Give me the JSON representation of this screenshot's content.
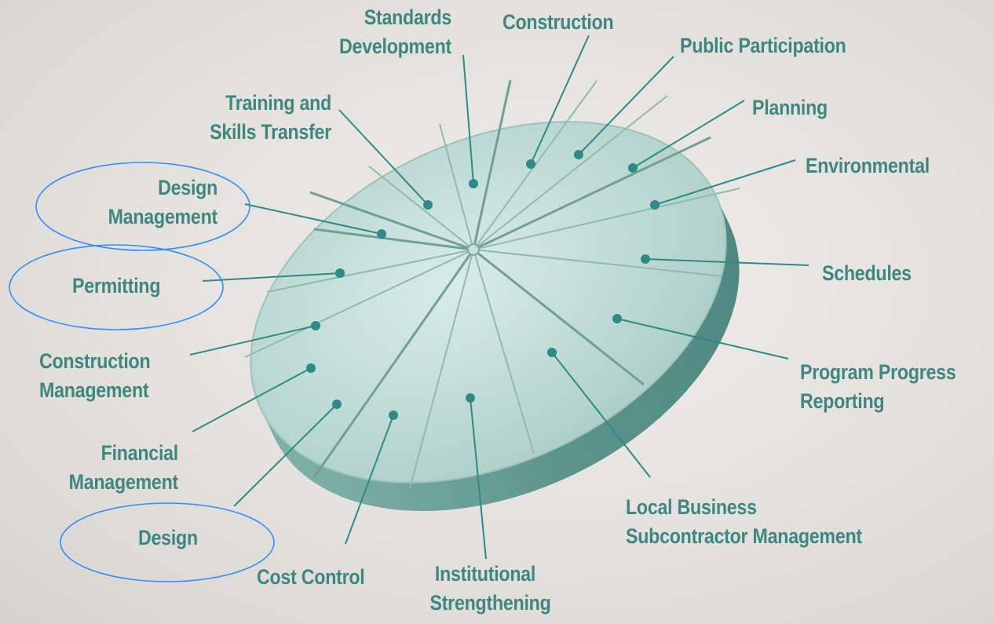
{
  "segments": [
    {
      "id": "standards-development",
      "lines": [
        "Standards",
        "Development"
      ]
    },
    {
      "id": "construction",
      "lines": [
        "Construction"
      ]
    },
    {
      "id": "public-participation",
      "lines": [
        "Public Participation"
      ]
    },
    {
      "id": "training-skills-transfer",
      "lines": [
        "Training and",
        "Skills Transfer"
      ]
    },
    {
      "id": "planning",
      "lines": [
        "Planning"
      ]
    },
    {
      "id": "environmental",
      "lines": [
        "Environmental"
      ]
    },
    {
      "id": "design-management",
      "lines": [
        "Design",
        "Management"
      ],
      "highlighted": true
    },
    {
      "id": "permitting",
      "lines": [
        "Permitting"
      ],
      "highlighted": true
    },
    {
      "id": "schedules",
      "lines": [
        "Schedules"
      ]
    },
    {
      "id": "construction-management",
      "lines": [
        "Construction",
        "Management"
      ]
    },
    {
      "id": "program-progress-reporting",
      "lines": [
        "Program Progress",
        "Reporting"
      ]
    },
    {
      "id": "financial-management",
      "lines": [
        "Financial",
        "Management"
      ]
    },
    {
      "id": "local-business",
      "lines": [
        "Local Business",
        "Subcontractor Management"
      ]
    },
    {
      "id": "design",
      "lines": [
        "Design"
      ],
      "highlighted": true
    },
    {
      "id": "cost-control",
      "lines": [
        "Cost Control"
      ]
    },
    {
      "id": "institutional-strengthening",
      "lines": [
        "Institutional",
        "Strengthening"
      ]
    }
  ],
  "colors": {
    "label": "#3f8680",
    "pie_top": "#bfdcd6",
    "pie_side": "#5f9990",
    "leader": "#2e8a88",
    "highlight": "#2f8cff"
  }
}
